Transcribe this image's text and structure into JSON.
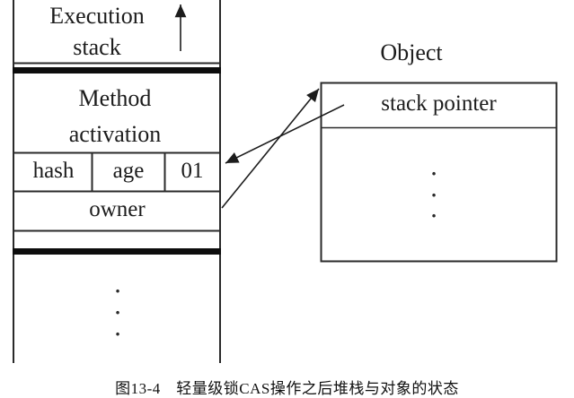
{
  "figure": {
    "caption": "图13-4　轻量级锁CAS操作之后堆栈与对象的状态"
  },
  "stack": {
    "title": "Execution stack",
    "frame_label": "Method activation",
    "mark_word_fields": [
      "hash",
      "age",
      "01"
    ],
    "owner_field": "owner",
    "ellipsis": "·\n·\n·"
  },
  "object": {
    "title": "Object",
    "pointer_field": "stack pointer",
    "ellipsis": "·\n·\n·"
  },
  "icons": {
    "up_arrow": "↑"
  },
  "colors": {
    "line": "#2a2a2a",
    "thick_bar": "#0d0d0d",
    "text": "#1c1c1c",
    "background": "#ffffff"
  }
}
